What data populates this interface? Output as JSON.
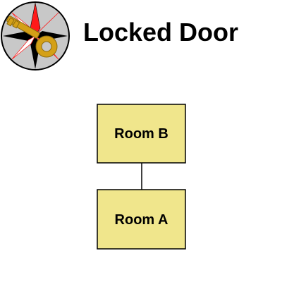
{
  "header": {
    "title": "Locked Door",
    "logo_icon": "key-compass-icon"
  },
  "diagram": {
    "rooms": [
      {
        "id": "room-b",
        "label": "Room B"
      },
      {
        "id": "room-a",
        "label": "Room A"
      }
    ],
    "connections": [
      {
        "from": "room-b",
        "to": "room-a"
      }
    ]
  },
  "colors": {
    "room_fill": "#f0e68c",
    "room_stroke": "#000000",
    "logo_red": "#ff1a1a",
    "logo_key": "#d4a017",
    "logo_bg": "#c8c8c8"
  }
}
